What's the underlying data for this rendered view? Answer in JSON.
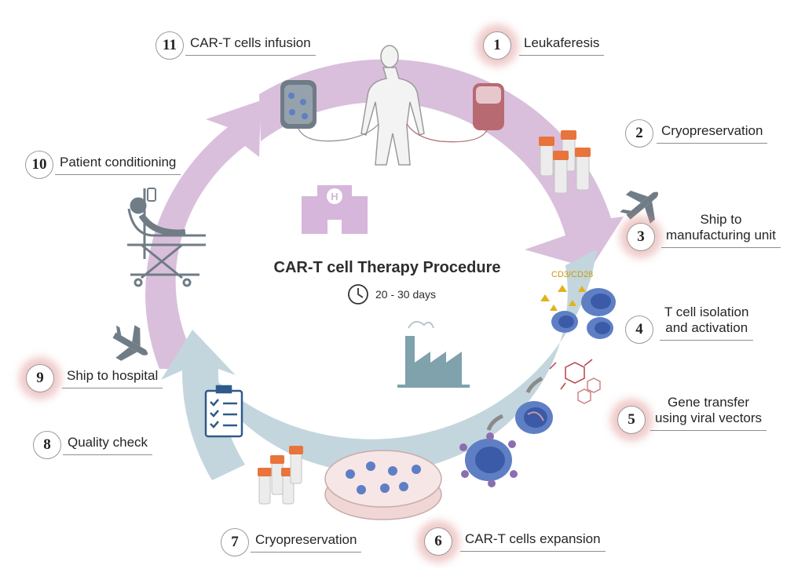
{
  "title": "CAR-T cell Therapy Procedure",
  "duration": "20 - 30 days",
  "marker_label": "CD3/CD28",
  "colors": {
    "upper_arc": "#d9bfdc",
    "lower_arc": "#c3d6dd",
    "highlight_glow": "#e29a9a",
    "cell_blue": "#5f7fc4",
    "vial_cap": "#e8743b",
    "icon_gray": "#707c86"
  },
  "icons": [
    "human-body-icon",
    "blood-bag-icon",
    "infusion-bag-icon",
    "vials-icon",
    "airplane-icon",
    "hospital-icon",
    "factory-icon",
    "t-cell-icon",
    "virus-vector-icon",
    "petri-dish-icon",
    "checklist-icon",
    "hospital-bed-icon",
    "clock-icon"
  ],
  "steps": [
    {
      "number": "1",
      "label": "Leukaferesis",
      "highlighted": true
    },
    {
      "number": "2",
      "label": "Cryopreservation",
      "highlighted": false
    },
    {
      "number": "3",
      "label_lines": [
        "Ship to",
        "manufacturing unit"
      ],
      "highlighted": true
    },
    {
      "number": "4",
      "label_lines": [
        "T cell isolation",
        "and activation"
      ],
      "highlighted": false
    },
    {
      "number": "5",
      "label_lines": [
        "Gene transfer",
        "using viral vectors"
      ],
      "highlighted": true
    },
    {
      "number": "6",
      "label": "CAR-T cells expansion",
      "highlighted": true
    },
    {
      "number": "7",
      "label": "Cryopreservation",
      "highlighted": false
    },
    {
      "number": "8",
      "label": "Quality check",
      "highlighted": false
    },
    {
      "number": "9",
      "label": "Ship to hospital",
      "highlighted": true
    },
    {
      "number": "10",
      "label": "Patient conditioning",
      "highlighted": false
    },
    {
      "number": "11",
      "label": "CAR-T cells infusion",
      "highlighted": false
    }
  ]
}
